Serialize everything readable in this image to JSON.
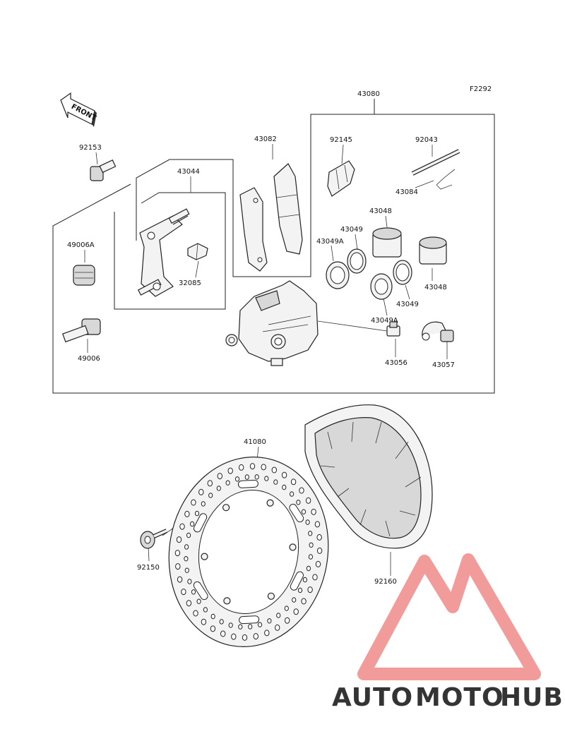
{
  "figure_code": "F2292",
  "front_arrow_label": "FRONT",
  "parts": {
    "p43080": "43080",
    "p43082": "43082",
    "p92145": "92145",
    "p92043": "92043",
    "p43084": "43084",
    "p92153": "92153",
    "p43044": "43044",
    "p43048a": "43048",
    "p43049a": "43049",
    "p43049Aa": "43049A",
    "p49006A": "49006A",
    "p32085": "32085",
    "p43048b": "43048",
    "p43049b": "43049",
    "p43049Ab": "43049A",
    "p49006": "49006",
    "p43056": "43056",
    "p43057": "43057",
    "p41080": "41080",
    "p92150": "92150",
    "p92160": "92160"
  },
  "watermark": {
    "part1": "AUTO",
    "part2": "MOTO",
    "part3": "HUB",
    "color1": "#f5c07a",
    "color2": "#f39a8f",
    "color3": "#8a8a8a",
    "logo_color": "#f08a8a"
  }
}
